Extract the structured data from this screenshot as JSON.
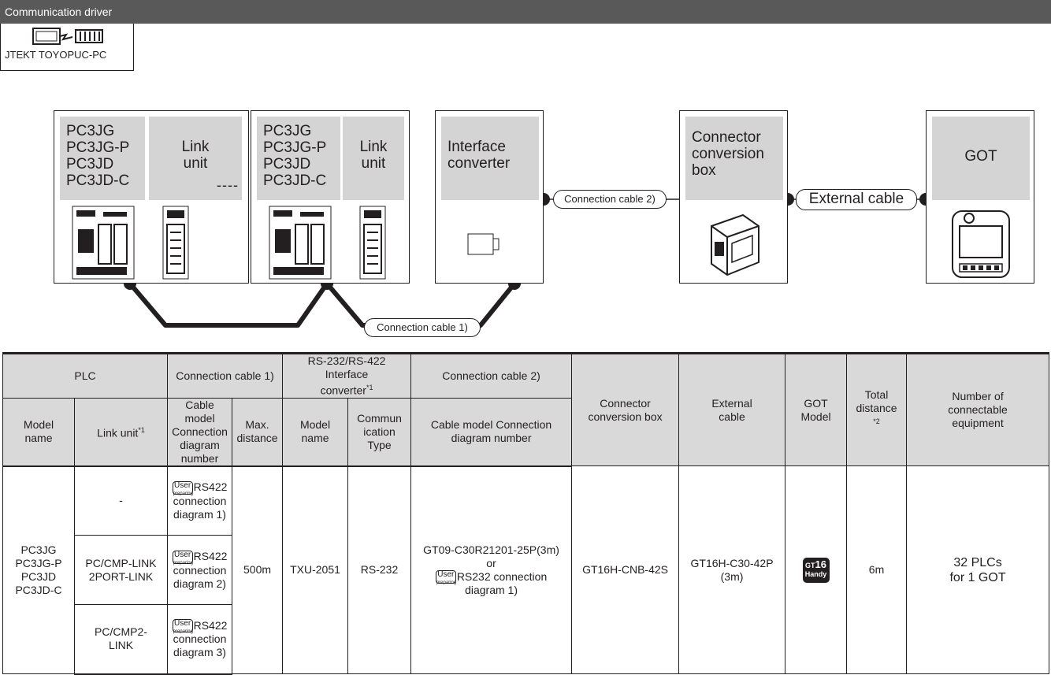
{
  "driver_badge": {
    "title": "Communication driver",
    "label": "JTEKT TOYOPUC-PC",
    "icon": "communication-driver-icon"
  },
  "diagram": {
    "plc_block_1": {
      "models": [
        "PC3JG",
        "PC3JG-P",
        "PC3JD",
        "PC3JD-C"
      ],
      "link_unit": [
        "Link",
        "unit"
      ]
    },
    "ellipsis": "----",
    "plc_block_2": {
      "models": [
        "PC3JG",
        "PC3JG-P",
        "PC3JD",
        "PC3JD-C"
      ],
      "link_unit": [
        "Link",
        "unit"
      ]
    },
    "interface_converter": [
      "Interface",
      "converter"
    ],
    "connector_box": [
      "Connector",
      "conversion",
      "box"
    ],
    "got": "GOT",
    "cable_1": "Connection cable 1)",
    "cable_2": "Connection cable 2)",
    "external_cable": "External cable"
  },
  "table": {
    "headers": {
      "plc": "PLC",
      "connection_cable_1": "Connection cable 1)",
      "converter": [
        "RS-232/RS-422",
        "Interface",
        "converter"
      ],
      "converter_note": "*1",
      "connection_cable_2": "Connection cable 2)",
      "connector_box": [
        "Connector",
        "conversion box"
      ],
      "external_cable": [
        "External",
        "cable"
      ],
      "got": [
        "GOT",
        "Model"
      ],
      "total_distance": [
        "Total",
        "distance"
      ],
      "total_distance_note": "*2",
      "connectable": [
        "Number of",
        "connectable",
        "equipment"
      ],
      "model_name": [
        "Model",
        "name"
      ],
      "link_unit": "Link unit",
      "link_unit_note": "*1",
      "cable_model_1": [
        "Cable model",
        "Connection",
        "diagram",
        "number"
      ],
      "max_distance": [
        "Max.",
        "distance"
      ],
      "conv_model_name": [
        "Model",
        "name"
      ],
      "comm_type": [
        "Commun",
        "ication",
        "Type"
      ],
      "cable_model_2": [
        "Cable model Connection",
        "diagram number"
      ]
    },
    "user_preparing": [
      "User",
      "preparing"
    ],
    "rows": [
      {
        "link_unit": "-",
        "cable_1": [
          "RS422",
          "connection",
          "diagram 1)"
        ]
      },
      {
        "link_unit": [
          "PC/CMP-LINK",
          "2PORT-LINK"
        ],
        "cable_1": [
          "RS422",
          "connection",
          "diagram 2)"
        ]
      },
      {
        "link_unit": [
          "PC/CMP2-",
          "LINK"
        ],
        "cable_1": [
          "RS422",
          "connection",
          "diagram 3)"
        ]
      }
    ],
    "shared": {
      "model_name": [
        "PC3JG",
        "PC3JG-P",
        "PC3JD",
        "PC3JD-C"
      ],
      "max_distance": "500m",
      "converter_model": "TXU-2051",
      "comm_type": "RS-232",
      "cable_2": [
        "GT09-C30R21201-25P(3m)",
        "or",
        "RS232 connection",
        "diagram 1)"
      ],
      "connector_box": "GT16H-CNB-42S",
      "external_cable": [
        "GT16H-C30-42P",
        "(3m)"
      ],
      "got_badge": [
        "GT",
        "16",
        "Handy"
      ],
      "total_distance": "6m",
      "connectable": [
        "32 PLCs",
        "for 1 GOT"
      ]
    }
  }
}
